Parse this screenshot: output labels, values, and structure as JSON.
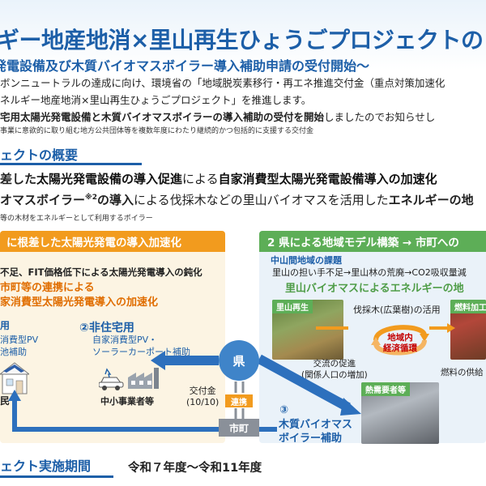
{
  "header": {
    "title": "ギー地産地消×里山再生ひょうごプロジェクトの",
    "subtitle": "発電設備及び木質バイオマスボイラー導入補助申請の受付開始～"
  },
  "intro": {
    "line1": "ボンニュートラルの達成に向け、環境省の「地域脱炭素移行・再エネ推進交付金（重点対策加速化",
    "line2": "ネルギー地産地消×里山再生ひょうごプロジェクト」を推進します。",
    "line3_bold": "宅用太陽光発電設備と木質バイオマスボイラーの導入補助の受付を開始",
    "line3_rest": "しましたのでお知らせし",
    "footnote": "事業に意欲的に取り組む地方公共団体等を複数年度にわたり継続的かつ包括的に支援する交付金"
  },
  "overview": {
    "heading": "ェクトの概要",
    "bullet1_a": "差した",
    "bullet1_b": "太陽光発電設備の導入促進",
    "bullet1_c": "による",
    "bullet1_d": "自家消費型太陽光発電設備導入の加速化",
    "bullet2_a": "オマスボイラー",
    "bullet2_sup": "※2",
    "bullet2_b": "の導入",
    "bullet2_c": "による伐採木などの里山バイオマスを活用した",
    "bullet2_d": "エネルギーの地",
    "footnote": "等の木材をエネルギーとして利用するボイラー"
  },
  "left_panel": {
    "heading": "に根差した太陽光発電の導入加速化",
    "issue_label": "",
    "issue_text": "不足、FIT価格低下による太陽光発電導入の鈍化",
    "coop_line1": "市町等の連携による",
    "coop_line2": "家消費型太陽光発電導入の加速化",
    "item1_label": "用",
    "item1_sub1": "消費型PV",
    "item1_sub2": "池補助",
    "item2_label": "②非住宅用",
    "item2_sub1": "自家消費型PV・",
    "item2_sub2": "ソーラーカーポート補助",
    "resident": "民",
    "business": "中小事業者等",
    "grant_label": "交付金",
    "grant_ratio": "(10/10)"
  },
  "center": {
    "prefecture": "県",
    "link": "連携",
    "municipality": "市町"
  },
  "right_panel": {
    "heading": "2 県による地域モデル構築 → 市町への",
    "issue_label": "中山間地域の課題",
    "issue_text": "里山の担い手不足→里山林の荒廃→CO2吸収量減",
    "highlight": "里山バイオマスによるエネルギーの地",
    "photo1_tag": "里山再生",
    "photo2_tag": "燃料加工",
    "photo3_tag": "熱需要者等",
    "felled": "伐採木(広葉樹)の活用",
    "cycle_line1": "地域内",
    "cycle_line2": "経済循環",
    "exchange_line1": "交流の促進",
    "exchange_line2": "(関係人口の増加)",
    "fuel": "燃料の供給",
    "item3_num": "③",
    "item3_line1": "木質バイオマス",
    "item3_line2": "ボイラー補助"
  },
  "period": {
    "heading": "ェクト実施期間",
    "value": "令和７年度～令和11年度"
  },
  "colors": {
    "primary_blue": "#1d5fa8",
    "orange": "#f29b1e",
    "green": "#5dae57",
    "red": "#c40000"
  }
}
